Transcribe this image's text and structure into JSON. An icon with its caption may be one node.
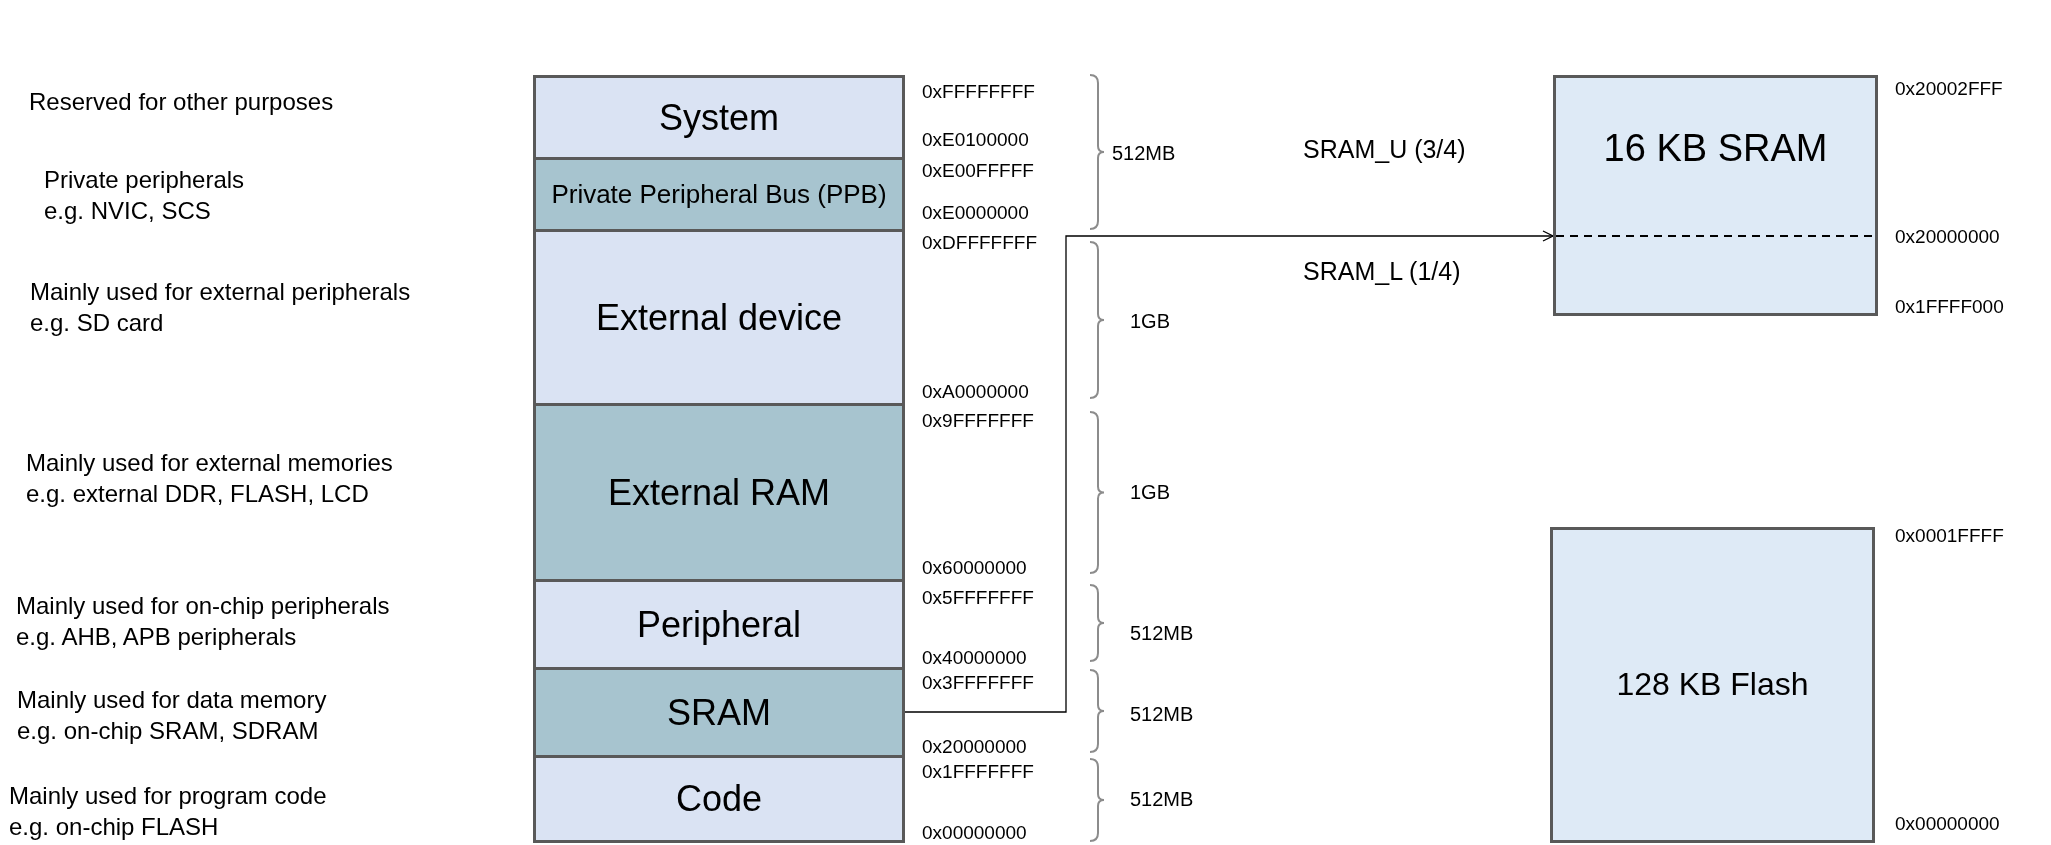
{
  "diagram": {
    "nodes": [
      {
        "text": [
          "System"
        ]
      },
      {
        "text": [
          "Private Peripheral Bus (PPB)"
        ]
      },
      {
        "text": [
          "External device"
        ]
      },
      {
        "text": [
          "External RAM"
        ]
      },
      {
        "text": [
          "Peripheral"
        ]
      },
      {
        "text": [
          "SRAM"
        ]
      },
      {
        "text": [
          "Code"
        ]
      },
      {
        "text": [
          "16 KB SRAM"
        ]
      },
      {
        "text": [
          "128 KB Flash"
        ]
      }
    ],
    "edges": [
      {
        "from": 5,
        "to": 7,
        "arrow": "to"
      }
    ],
    "labels": [
      "Reserved for other purposes",
      "Private peripherals e.g. NVIC, SCS",
      "Mainly used for external peripherals e.g. SD card",
      "Mainly used for external memories e.g. external DDR, FLASH, LCD",
      "Mainly used for on-chip peripherals e.g. AHB, APB peripherals",
      "Mainly used for data memory e.g. on-chip SRAM, SDRAM",
      "Mainly used for program code e.g. on-chip FLASH",
      "0xFFFFFFFF",
      "0xE0100000",
      "0xE00FFFFF",
      "0xE0000000",
      "0xDFFFFFFF",
      "0xA0000000",
      "0x9FFFFFFF",
      "0x60000000",
      "0x5FFFFFFF",
      "0x40000000",
      "0x3FFFFFFF",
      "0x20000000",
      "0x1FFFFFFF",
      "0x00000000",
      "512MB",
      "1GB",
      "1GB",
      "512MB",
      "512MB",
      "512MB",
      "SRAM_U (3/4)",
      "SRAM_L (1/4)",
      "0x20002FFF",
      "0x20000000",
      "0x1FFFF000",
      "0x0001FFFF",
      "0x00000000"
    ]
  }
}
